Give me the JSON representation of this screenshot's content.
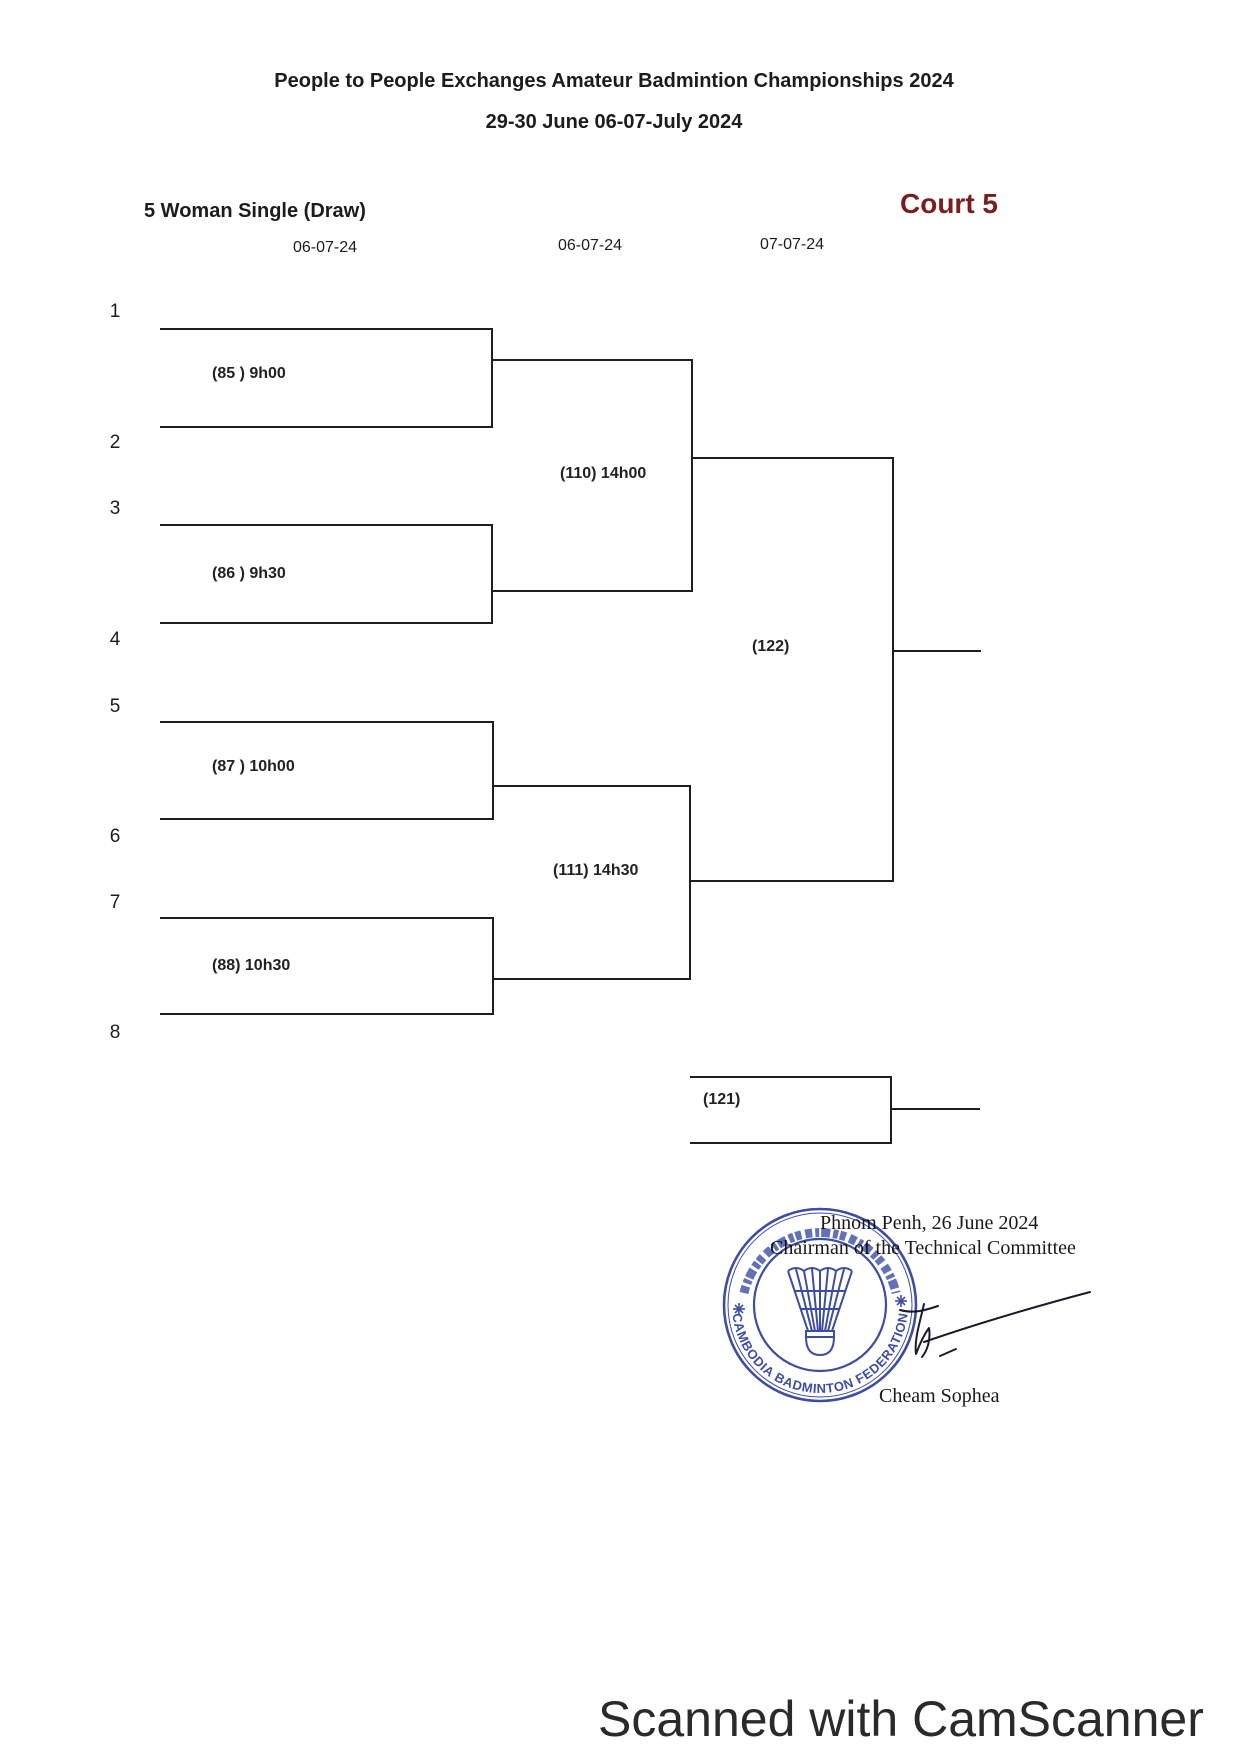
{
  "header": {
    "title": "People to People Exchanges Amateur Badmintion Championships 2024",
    "dates": "29-30 June 06-07-July 2024"
  },
  "event": {
    "name": "5 Woman Single (Draw)",
    "court": "Court 5"
  },
  "round_dates": [
    "06-07-24",
    "06-07-24",
    "07-07-24"
  ],
  "seeds": [
    "1",
    "2",
    "3",
    "4",
    "5",
    "6",
    "7",
    "8"
  ],
  "matches": {
    "85": "(85 ) 9h00",
    "86": "(86 ) 9h30",
    "87": "(87 ) 10h00",
    "88": "(88) 10h30",
    "110": "(110) 14h00",
    "111": "(111) 14h30",
    "122": "(122)",
    "121": "(121)"
  },
  "signature_block": {
    "place_date": "Phnom Penh, 26 June 2024",
    "role": "Chairman of the Technical Committee",
    "name": "Cheam Sophea"
  },
  "stamp": {
    "text": "CAMBODIA BADMINTON FEDERATION"
  },
  "colors": {
    "ink": "#1c1c1c",
    "court": "#7b1d1d",
    "stamp": "#2d3e9c"
  },
  "footer": {
    "watermark": "Scanned with CamScanner"
  }
}
